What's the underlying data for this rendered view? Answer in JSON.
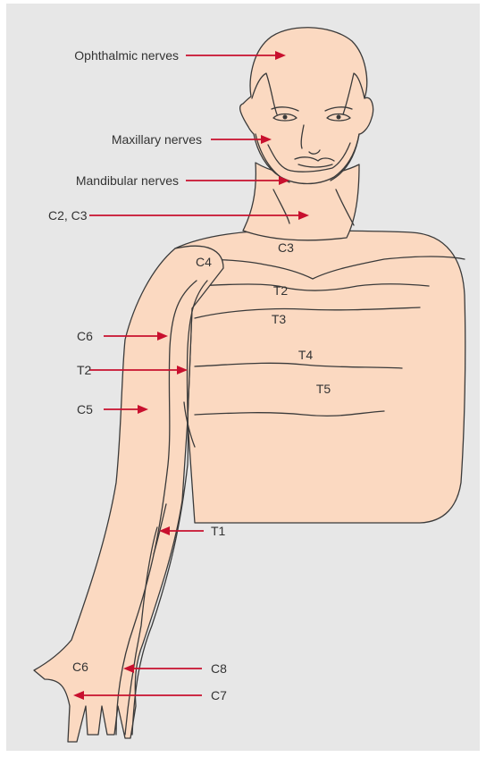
{
  "colors": {
    "background": "#e7e7e7",
    "skin": "#fbd9c1",
    "arrow": "#c8102e",
    "outline": "#3a3a3a",
    "text": "#333333"
  },
  "labels": {
    "ophthalmic": "Ophthalmic nerves",
    "maxillary": "Maxillary nerves",
    "mandibular": "Mandibular nerves",
    "c2c3": "C2, C3",
    "c6_arm": "C6",
    "t2_arm": "T2",
    "c5": "C5",
    "t1": "T1",
    "c8": "C8",
    "c7": "C7"
  },
  "regions": {
    "c3": "C3",
    "c4": "C4",
    "t2": "T2",
    "t3": "T3",
    "t4": "T4",
    "t5": "T5",
    "c6_hand": "C6"
  }
}
